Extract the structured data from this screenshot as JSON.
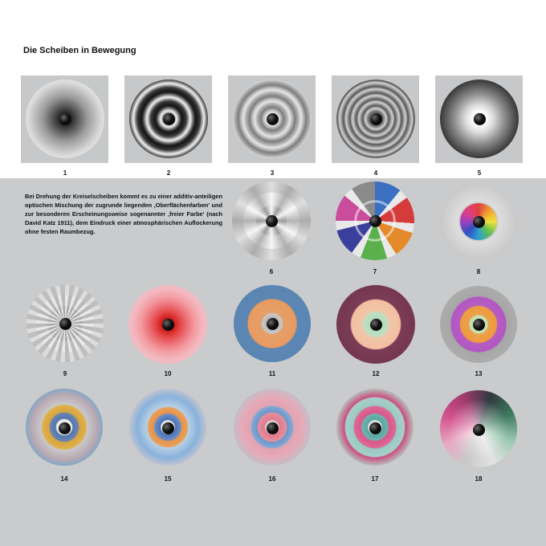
{
  "page": {
    "title": "Die Scheiben in Bewegung",
    "description": "Bei Drehung der Kreiselscheiben kommt es zu einer additiv-anteiligen optischen  Mischung der zugrunde liegenden ‚Oberflächenfarben' und zur besonderen Erscheinungsweise sogenannter ‚freier Farbe' (nach David Katz 1911), dem Eindruck einer atmosphärischen Auflockerung ohne festen Raumbezug."
  },
  "discs": [
    {
      "label": "1"
    },
    {
      "label": "2"
    },
    {
      "label": "3"
    },
    {
      "label": "4"
    },
    {
      "label": "5"
    },
    {
      "label": "6"
    },
    {
      "label": "7"
    },
    {
      "label": "8"
    },
    {
      "label": "9"
    },
    {
      "label": "10"
    },
    {
      "label": "11"
    },
    {
      "label": "12"
    },
    {
      "label": "13"
    },
    {
      "label": "14"
    },
    {
      "label": "15"
    },
    {
      "label": "16"
    },
    {
      "label": "17"
    },
    {
      "label": "18"
    }
  ]
}
